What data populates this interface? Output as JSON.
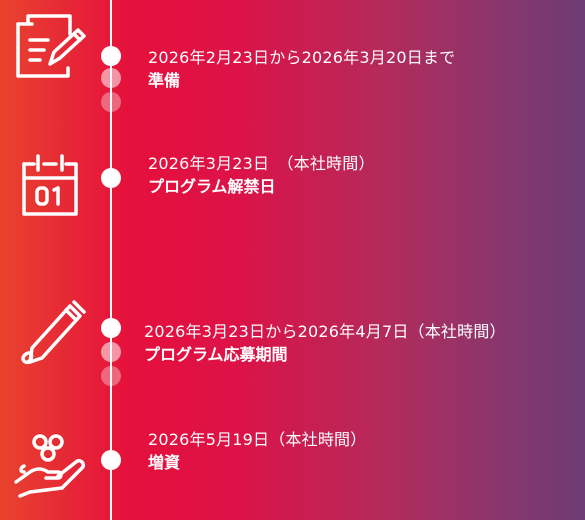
{
  "timeline": {
    "steps": [
      {
        "icon": "document-pen-icon",
        "date": "2026年2月23日から2026年3月20日まで",
        "title": "準備"
      },
      {
        "icon": "calendar-icon",
        "date": "2026年3月23日　（本社時間）",
        "title": "プログラム解禁日"
      },
      {
        "icon": "pen-icon",
        "date": "2026年3月23日から2026年4月7日（本社時間）",
        "title": "プログラム応募期間"
      },
      {
        "icon": "hand-coins-icon",
        "date": "2026年5月19日（本社時間）",
        "title": "増資"
      }
    ]
  }
}
